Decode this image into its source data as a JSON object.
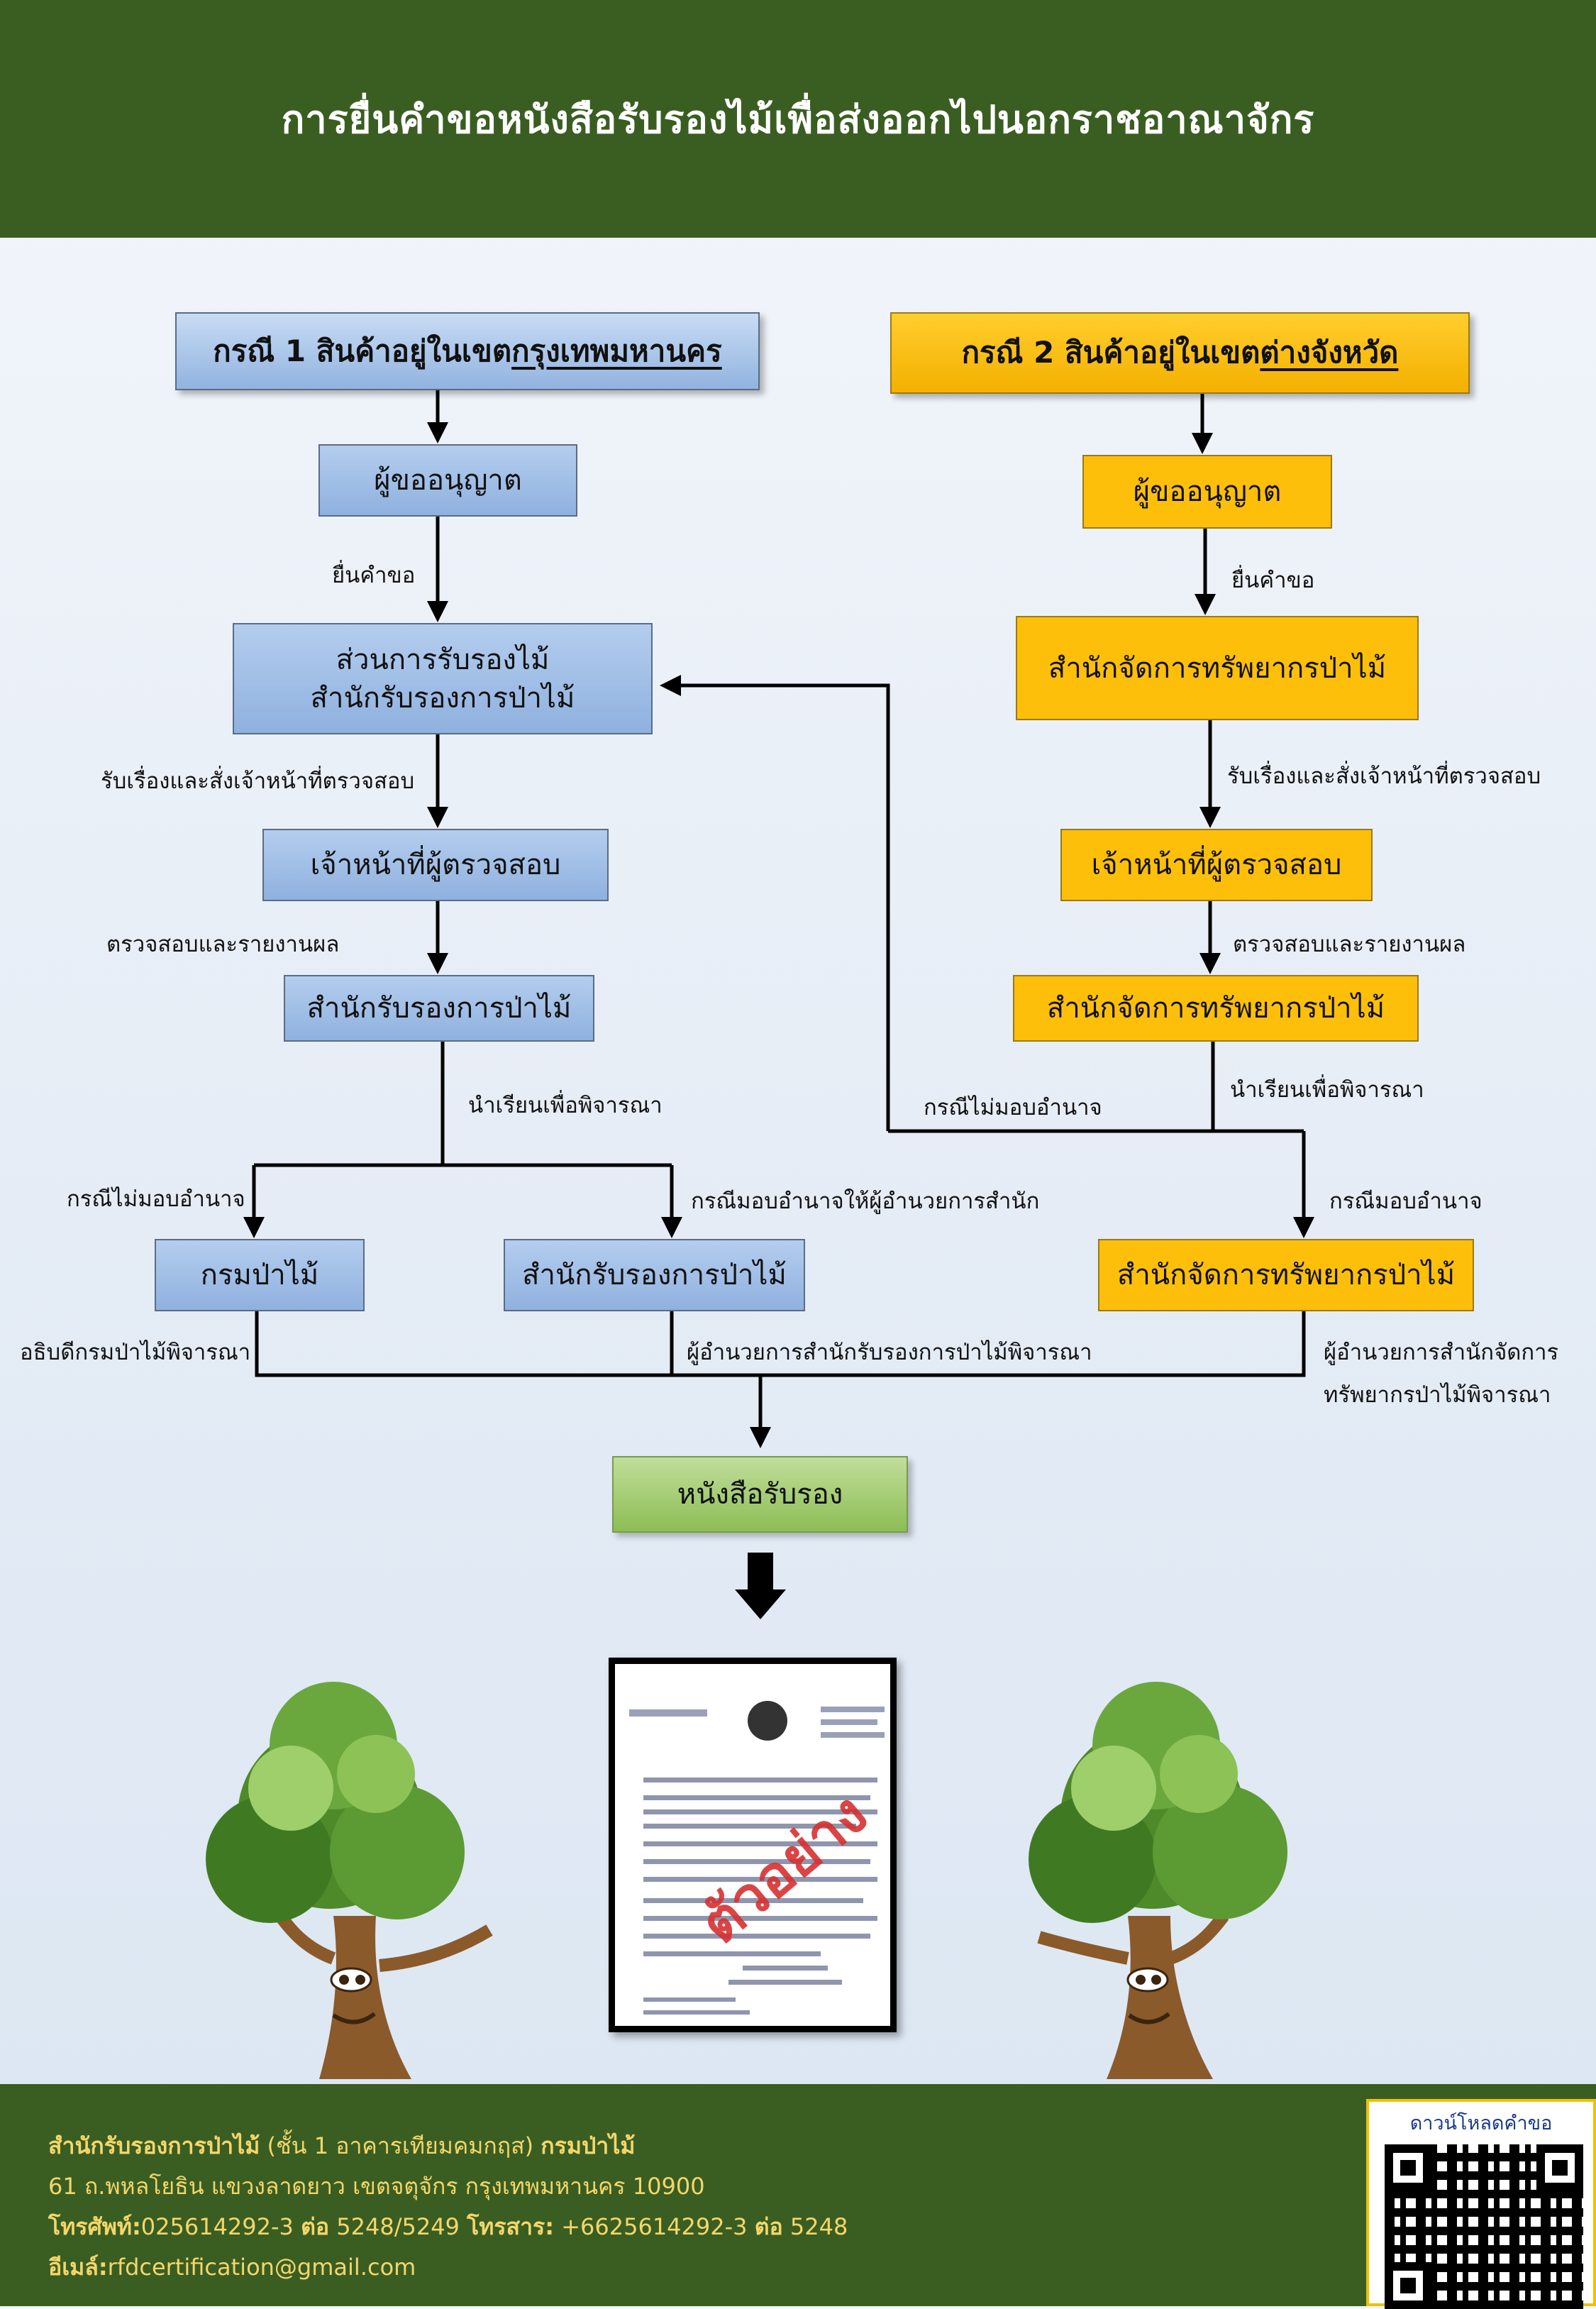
{
  "title": "การยื่นคำขอหนังสือรับรองไม้เพื่อส่งออกไปนอกราชอาณาจักร",
  "case1": {
    "prefix": "กรณี 1  สินค้าอยู่ในเขต",
    "place": "กรุงเทพมหานคร"
  },
  "case2": {
    "prefix": "กรณี 2  สินค้าอยู่ในเขต",
    "place": "ต่างจังหวัด"
  },
  "left": {
    "applicant": "ผู้ขออนุญาต",
    "submit": "ยื่นคำขอ",
    "division_line1": "ส่วนการรับรองไม้",
    "division_line2": "สำนักรับรองการป่าไม้",
    "receive": "รับเรื่องและสั่งเจ้าหน้าที่ตรวจสอบ",
    "inspector": "เจ้าหน้าที่ผู้ตรวจสอบ",
    "inspect_report": "ตรวจสอบและรายงานผล",
    "office": "สำนักรับรองการป่าไม้",
    "propose": "นำเรียนเพื่อพิจารณา",
    "not_delegated": "กรณีไม่มอบอำนาจ",
    "delegated_director": "กรณีมอบอำนาจให้ผู้อำนวยการสำนัก",
    "rfd": "กรมป่าไม้",
    "office2": "สำนักรับรองการป่าไม้",
    "dg_consider": "อธิบดีกรมป่าไม้พิจารณา",
    "director_consider": "ผู้อำนวยการสำนักรับรองการป่าไม้พิจารณา"
  },
  "right": {
    "applicant": "ผู้ขออนุญาต",
    "submit": "ยื่นคำขอ",
    "mgmt_office": "สำนักจัดการทรัพยากรป่าไม้",
    "receive": "รับเรื่องและสั่งเจ้าหน้าที่ตรวจสอบ",
    "inspector": "เจ้าหน้าที่ผู้ตรวจสอบ",
    "inspect_report": "ตรวจสอบและรายงานผล",
    "mgmt_office2": "สำนักจัดการทรัพยากรป่าไม้",
    "propose": "นำเรียนเพื่อพิจารณา",
    "not_delegated": "กรณีไม่มอบอำนาจ",
    "delegated": "กรณีมอบอำนาจ",
    "mgmt_office3": "สำนักจัดการทรัพยากรป่าไม้",
    "director_consider_1": "ผู้อำนวยการสำนักจัดการ",
    "director_consider_2": "ทรัพยากรป่าไม้พิจารณา"
  },
  "result": "หนังสือรับรอง",
  "sample_stamp": "ตัวอย่าง",
  "footer": {
    "org_name": "สำนักรับรองการป่าไม้",
    "org_building": " (ชั้น 1 อาคารเทียมคมกฤส) ",
    "org_dept": "กรมป่าไม้",
    "address": "61 ถ.พหลโยธิน แขวงลาดยาว เขตจตุจักร กรุงเทพมหานคร 10900",
    "phone_label": "โทรศัพท์:",
    "phone": "025614292-3 ",
    "ext_label": "ต่อ",
    "ext": " 5248/5249  ",
    "fax_label": "โทรสาร:",
    "fax": " +6625614292-3 ",
    "fax_ext_label": "ต่อ",
    "fax_ext": " 5248",
    "email_label": "อีเมล์:",
    "email": "rfdcertification@gmail.com",
    "download": "ดาวน์โหลดคำขอ"
  },
  "colors": {
    "header_green": "#3a5e22",
    "case1_blue": "#9dbde6",
    "case2_gold": "#fdbf0a",
    "result_green": "#9cc867",
    "footer_text": "#f5d66a"
  }
}
